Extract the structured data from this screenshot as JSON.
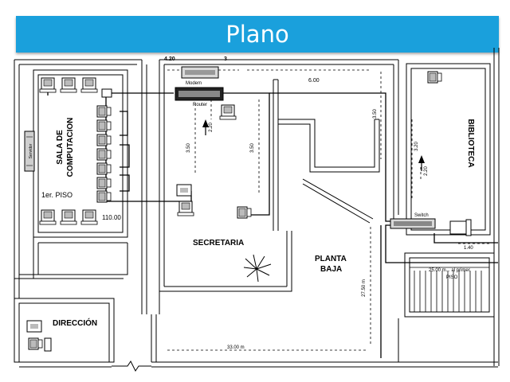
{
  "slide": {
    "title": "Plano"
  },
  "labels": {
    "sala_line1": "SALA DE",
    "sala_line2": "COMPUTACION",
    "first_floor": "1er. PISO",
    "dim_110": "110.00",
    "server": "Servidor",
    "modem": "Modem",
    "router": "Router",
    "secretaria": "SECRETARIA",
    "planta_line1": "PLANTA",
    "planta_line2": "BAJA",
    "direccion": "DIRECCIÓN",
    "biblioteca": "BIBLIOTECA",
    "switch": "Switch",
    "stairs_line1": "25.00 m... al primer",
    "stairs_line2": "PISO",
    "dim_420": "4.20",
    "dim_3": "3",
    "dim_600": "6.00",
    "dim_350_a": "3.50",
    "dim_220_a": "2.20",
    "dim_350_b": "3.50",
    "dim_350_c": "3.50",
    "dim_320": "3.20",
    "dim_220_b": "2.20",
    "dim_140": "1.40",
    "dim_2750": "27.50 m",
    "dim_3300": "33.00 m"
  }
}
